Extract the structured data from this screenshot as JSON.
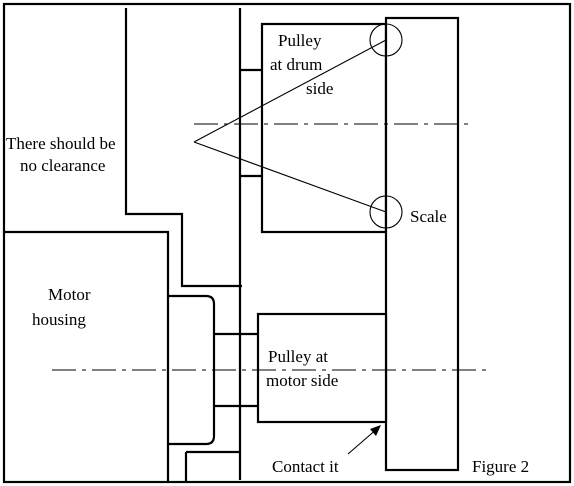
{
  "figure": {
    "caption": "Figure 2",
    "labels": {
      "pulley_drum_line1": "Pulley",
      "pulley_drum_line2": "at drum",
      "pulley_drum_line3": "side",
      "clearance_line1": "There should be",
      "clearance_line2": "no clearance",
      "scale": "Scale",
      "motor_line1": "Motor",
      "motor_line2": "housing",
      "pulley_motor_line1": "Pulley at",
      "pulley_motor_line2": "motor side",
      "contact": "Contact it"
    }
  }
}
